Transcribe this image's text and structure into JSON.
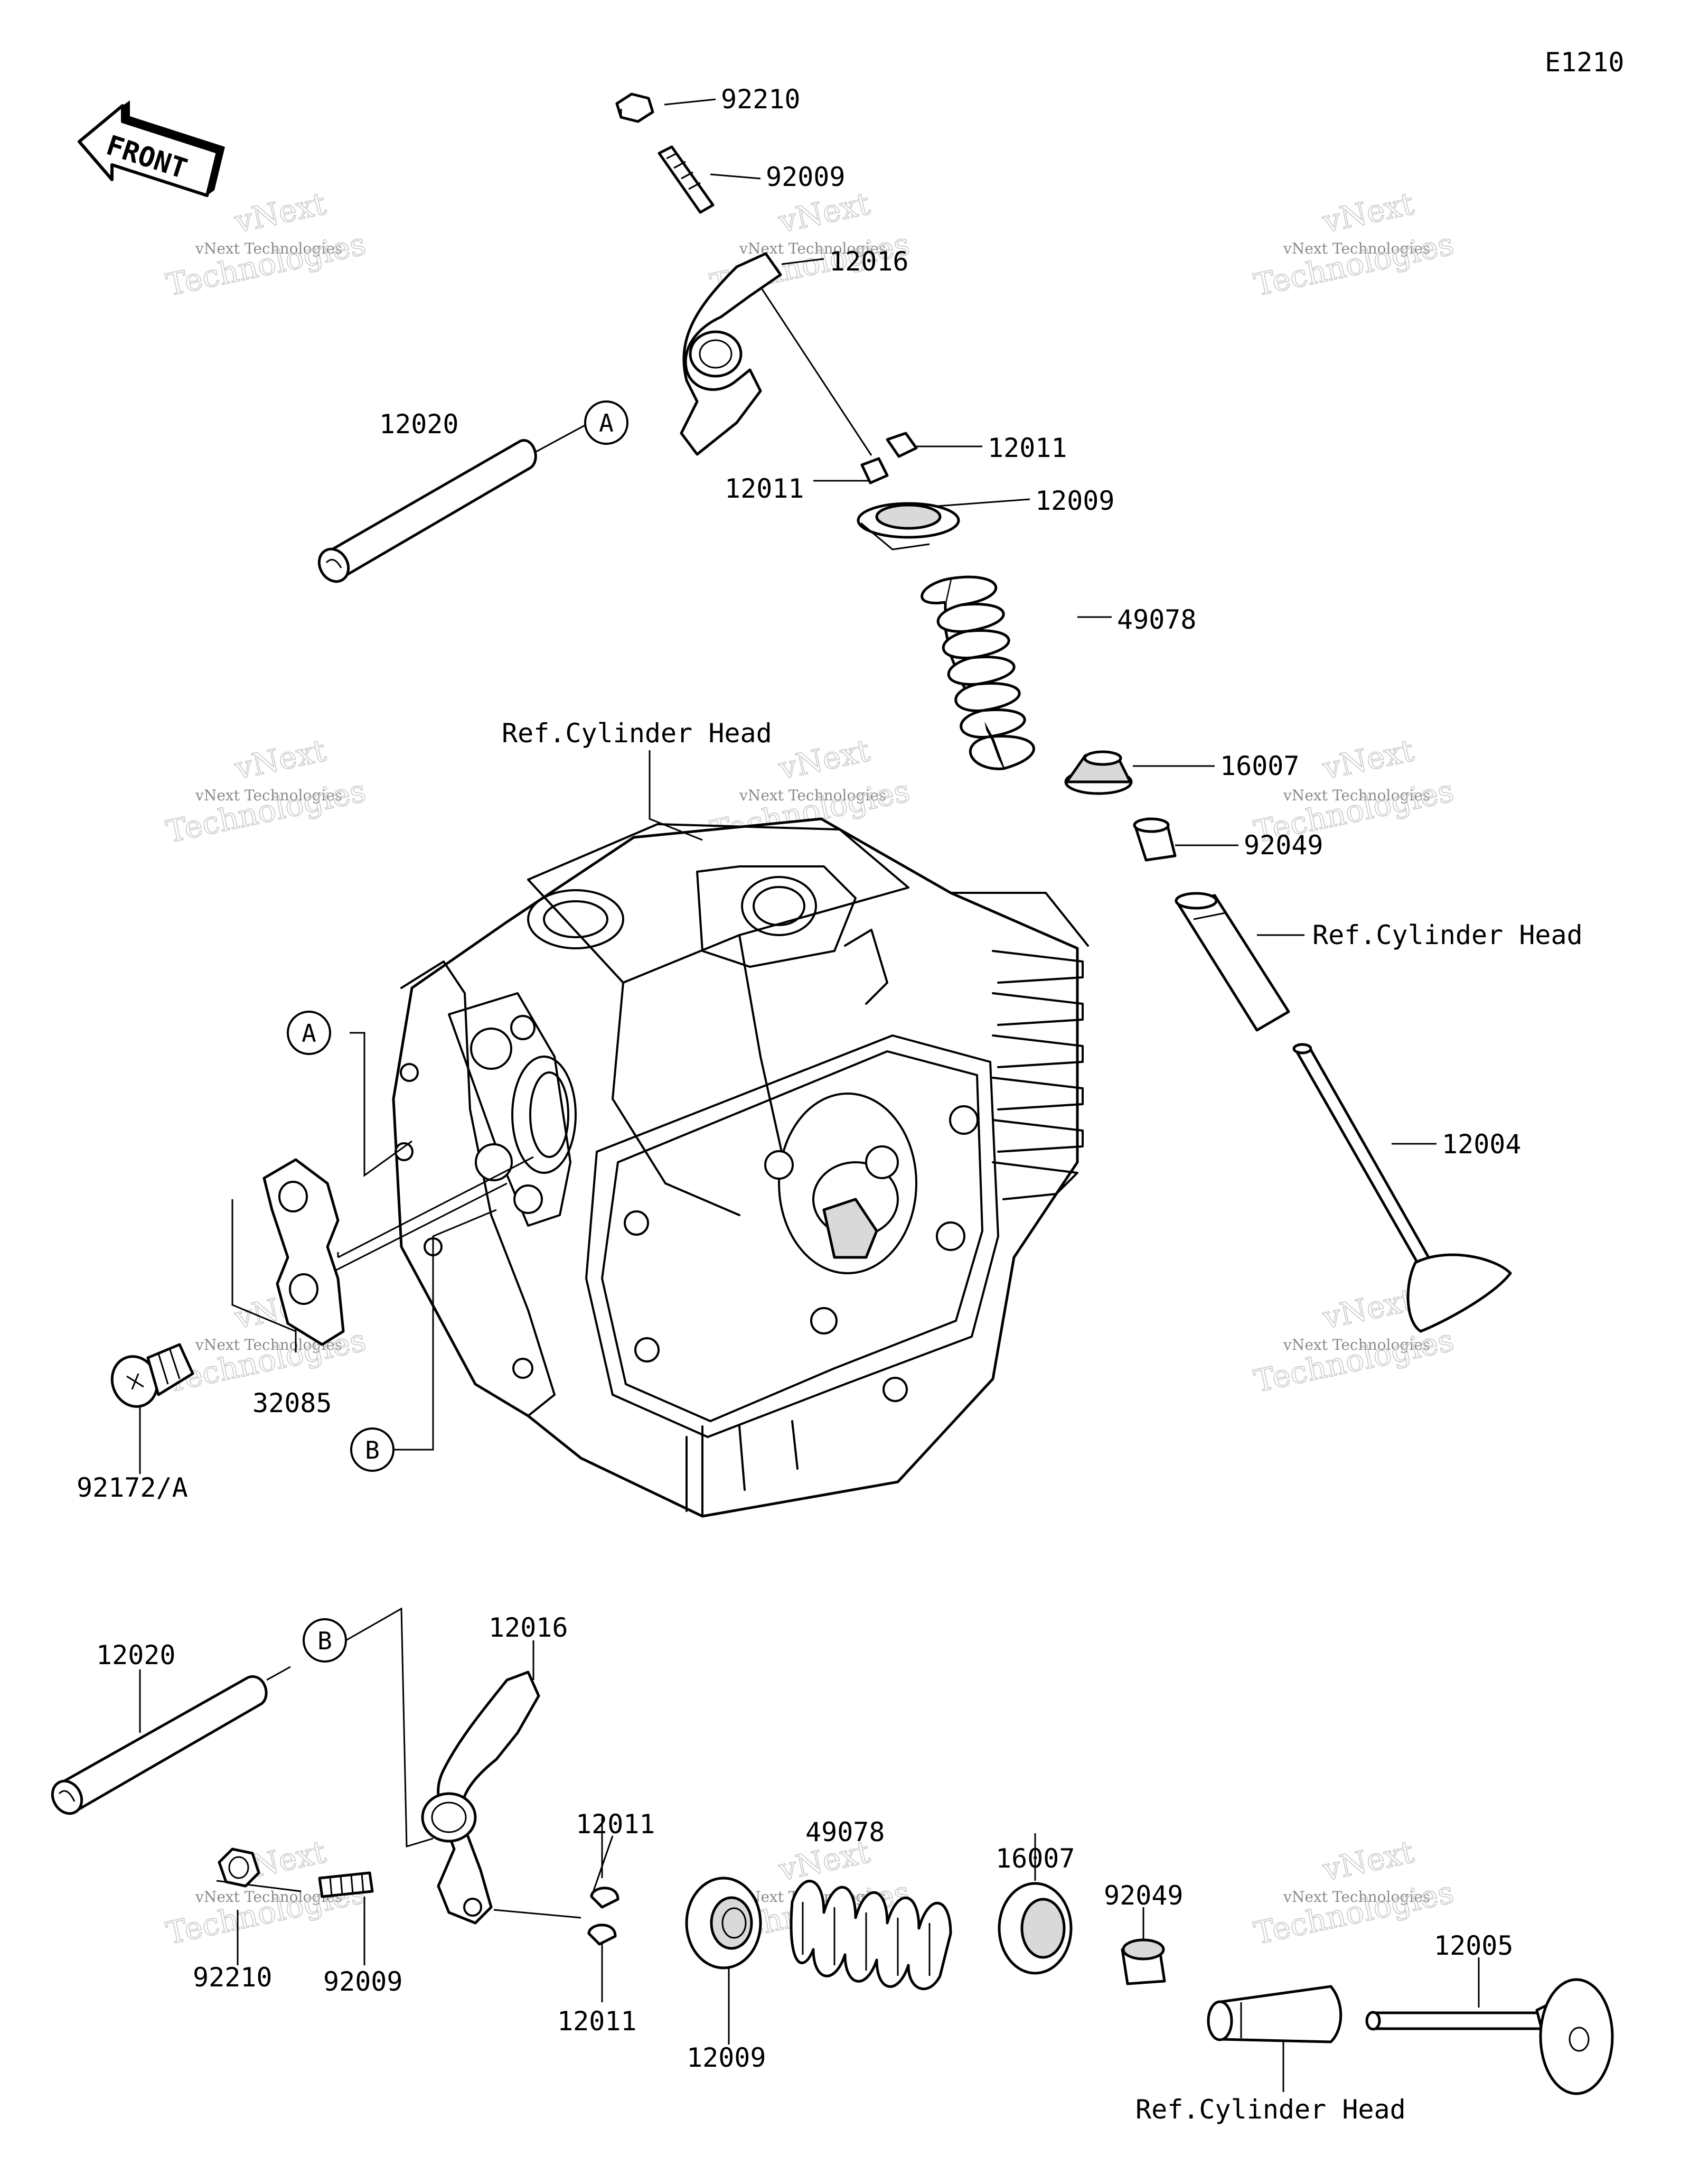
{
  "diagram_code": "E1210",
  "front_label": "FRONT",
  "ref_cylinder_head": "Ref.Cylinder Head",
  "symbols": {
    "a": "A",
    "b": "B"
  },
  "parts": {
    "p92210_top": "92210",
    "p92009_top": "92009",
    "p12016_top": "12016",
    "p12020_top": "12020",
    "p12011_top_r": "12011",
    "p12011_top_l": "12011",
    "p12009_top": "12009",
    "p49078_top": "49078",
    "p16007_top": "16007",
    "p92049_top": "92049",
    "p12004": "12004",
    "p32085": "32085",
    "p92172a": "92172/A",
    "p12020_bot": "12020",
    "p12016_bot": "12016",
    "p12011_bot_t": "12011",
    "p12011_bot_b": "12011",
    "p49078_bot": "49078",
    "p16007_bot": "16007",
    "p92049_bot": "92049",
    "p12005": "12005",
    "p92210_bot": "92210",
    "p92009_bot": "92009",
    "p12009_bot": "12009"
  },
  "watermark": {
    "line1": "vNext Technologies",
    "line2": "Technologies",
    "line3": "vNext"
  }
}
